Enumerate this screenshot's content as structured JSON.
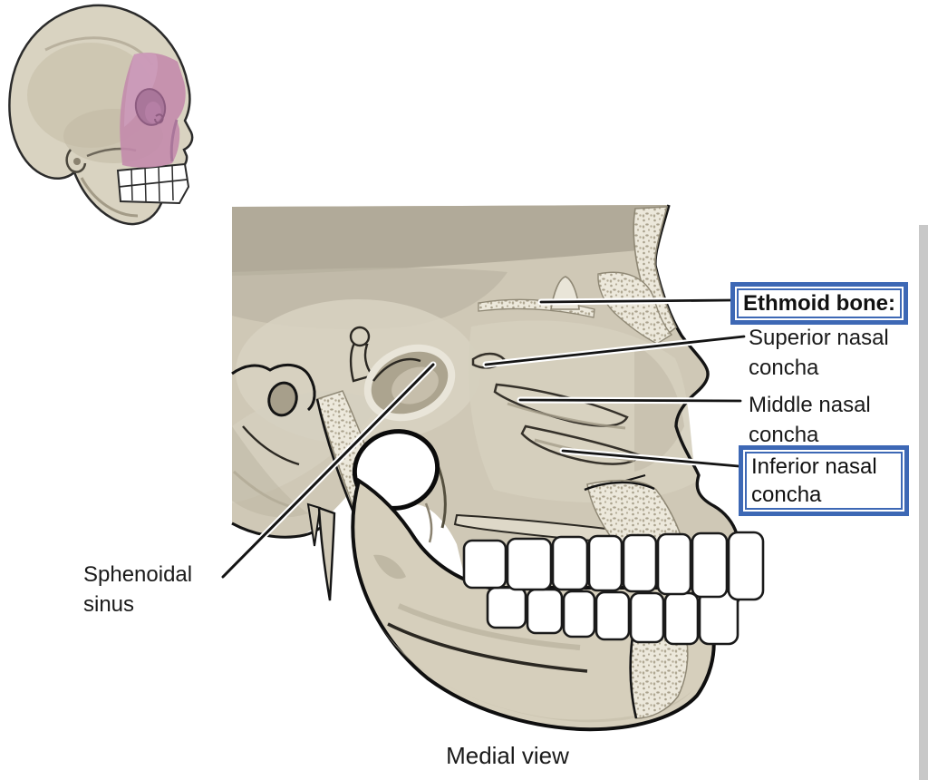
{
  "figure": {
    "type": "anatomical-diagram",
    "caption": "Medial view",
    "labels": {
      "ethmoid": {
        "text": "Ethmoid bone:",
        "boxed": true,
        "bold": true
      },
      "superior": {
        "text": "Superior nasal concha",
        "boxed": false,
        "bold": false
      },
      "middle": {
        "text": "Middle nasal concha",
        "boxed": false,
        "bold": false
      },
      "inferior": {
        "text": "Inferior nasal concha",
        "boxed": true,
        "bold": false
      },
      "sphenoidal": {
        "text": "Sphenoidal sinus",
        "boxed": false,
        "bold": false
      }
    },
    "colors": {
      "bone": "#cfc8b6",
      "bone_light": "#ddd8c8",
      "bone_dark_band": "#b1aa99",
      "outline": "#141414",
      "highlight_pink": "#c38bac",
      "label_box_blue": "#3d68b5",
      "edge_strip_gray": "#c8c8c8"
    }
  }
}
